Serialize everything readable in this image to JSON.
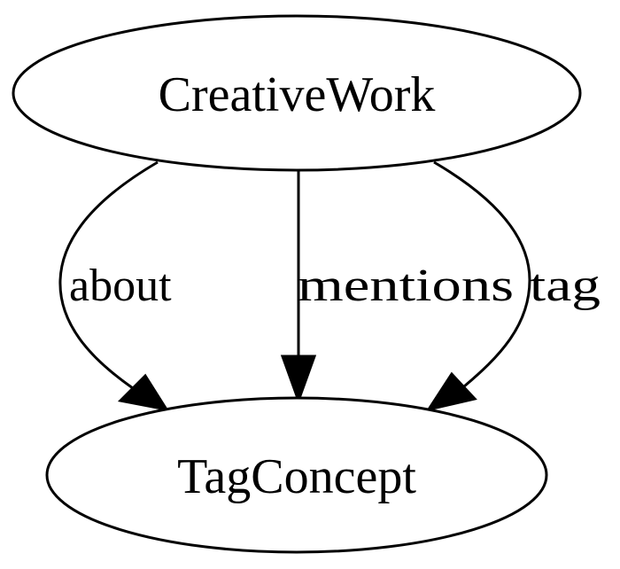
{
  "nodes": {
    "creative_work": {
      "label": "CreativeWork"
    },
    "tag_concept": {
      "label": "TagConcept"
    }
  },
  "edges": {
    "about": {
      "label": "about"
    },
    "mentions": {
      "label": "mentions"
    },
    "tag": {
      "label": "tag"
    }
  }
}
